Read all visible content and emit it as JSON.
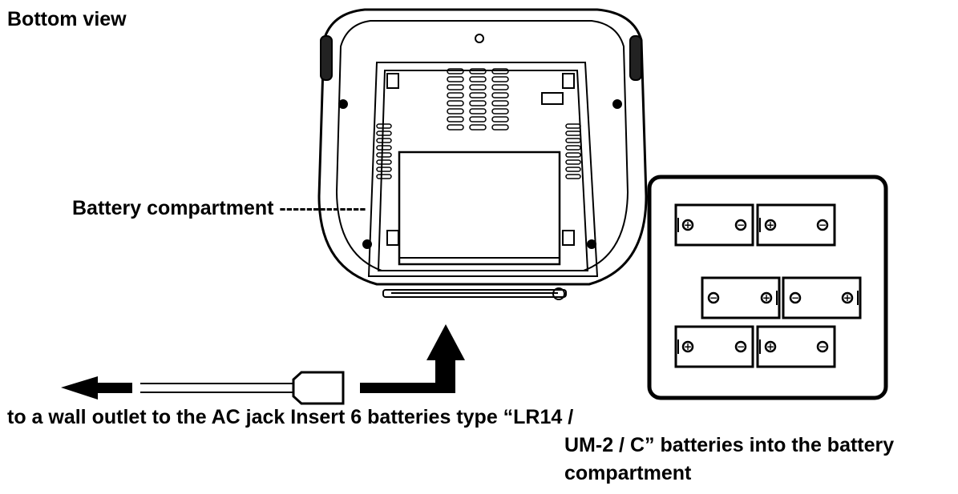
{
  "labels": {
    "title": "Bottom view",
    "battery_compartment": "Battery compartment -------------",
    "instruction_line1": "to a wall outlet to the AC jack Insert 6 batteries type “LR14 /",
    "instruction_line2": "UM-2 / C” batteries into the battery",
    "instruction_line3": "compartment"
  },
  "battery_inset": {
    "battery_count": 6,
    "terminal_symbols": [
      "+",
      "−"
    ]
  },
  "colors": {
    "ink": "#000000",
    "background": "#ffffff"
  }
}
